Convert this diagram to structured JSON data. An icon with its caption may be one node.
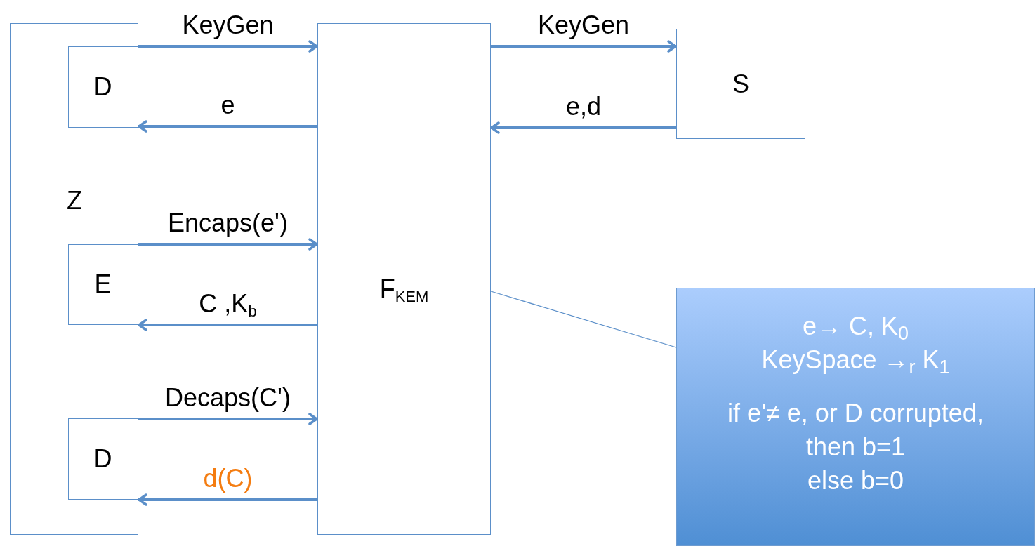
{
  "diagram": {
    "nodes": [
      {
        "text": [
          "Z"
        ]
      },
      {
        "text": [
          "D"
        ],
        "in": 0
      },
      {
        "text": [
          "E"
        ],
        "in": 0
      },
      {
        "text": [
          "D"
        ],
        "in": 0
      },
      {
        "text": [
          "F$_{KEM}$"
        ]
      },
      {
        "text": [
          "S"
        ]
      },
      {
        "text": [
          "e→ C, K$_{0}$",
          "KeySpace →$_{r}$ K$_{1}$",
          "if e'≠ e, or D corrupted,",
          "then b=1",
          "else b=0"
        ]
      }
    ],
    "edges": [
      {
        "from": 1,
        "to": 4,
        "arrow": "to",
        "label": "KeyGen"
      },
      {
        "from": 4,
        "to": 1,
        "arrow": "to",
        "label": "e"
      },
      {
        "from": 2,
        "to": 4,
        "arrow": "to",
        "label": "Encaps(e')"
      },
      {
        "from": 4,
        "to": 2,
        "arrow": "to",
        "label": "C ,K$_{b}$"
      },
      {
        "from": 3,
        "to": 4,
        "arrow": "to",
        "label": "Decaps(C')"
      },
      {
        "from": 4,
        "to": 3,
        "arrow": "to",
        "label": "d(C)"
      },
      {
        "from": 4,
        "to": 5,
        "arrow": "to",
        "label": "KeyGen"
      },
      {
        "from": 5,
        "to": 4,
        "arrow": "to",
        "label": "e,d"
      },
      {
        "from": 4,
        "to": 6,
        "arrow": "none"
      }
    ]
  }
}
